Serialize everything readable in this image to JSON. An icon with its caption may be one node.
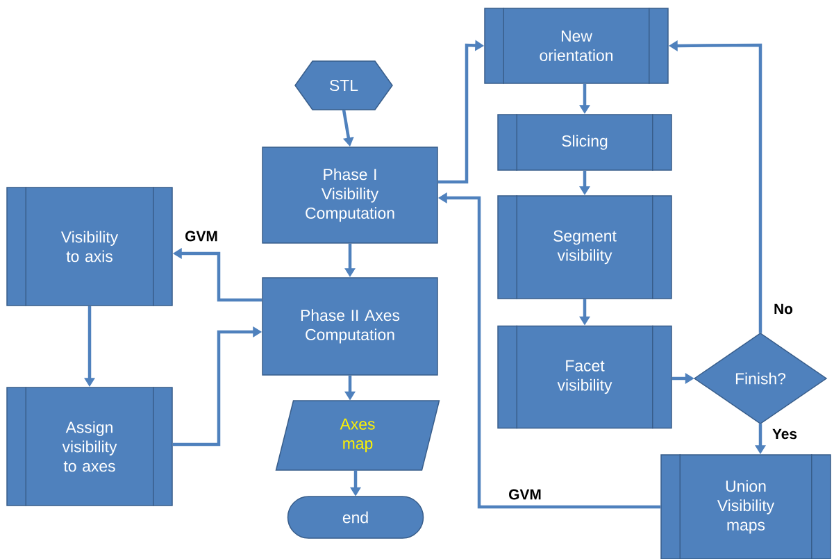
{
  "diagram": {
    "nodes": [
      {
        "text": [
          "STL"
        ]
      },
      {
        "text": [
          "Phase I Visibility Computation"
        ]
      },
      {
        "text": [
          "Phase II Axes Computation"
        ]
      },
      {
        "text": [
          "Axes map"
        ]
      },
      {
        "text": [
          "end"
        ]
      },
      {
        "text": [
          "Visibility to axis"
        ]
      },
      {
        "text": [
          "Assign visibility to axes"
        ]
      },
      {
        "text": [
          "New orientation"
        ]
      },
      {
        "text": [
          "Slicing"
        ]
      },
      {
        "text": [
          "Segment visibility"
        ]
      },
      {
        "text": [
          "Facet visibility"
        ]
      },
      {
        "text": [
          "Finish?"
        ]
      },
      {
        "text": [
          "Union Visibility maps"
        ]
      }
    ],
    "edges": [
      {
        "from": 0,
        "to": 1,
        "arrow": "to"
      },
      {
        "from": 1,
        "to": 2,
        "arrow": "to"
      },
      {
        "from": 2,
        "to": 3,
        "arrow": "to"
      },
      {
        "from": 3,
        "to": 4,
        "arrow": "to"
      },
      {
        "from": 1,
        "to": 7,
        "arrow": "to"
      },
      {
        "from": 7,
        "to": 8,
        "arrow": "to"
      },
      {
        "from": 8,
        "to": 9,
        "arrow": "to"
      },
      {
        "from": 9,
        "to": 10,
        "arrow": "to"
      },
      {
        "from": 10,
        "to": 11,
        "arrow": "to"
      },
      {
        "from": 11,
        "to": 7,
        "arrow": "to",
        "label": "No"
      },
      {
        "from": 11,
        "to": 12,
        "arrow": "to",
        "label": "Yes"
      },
      {
        "from": 12,
        "to": 1,
        "arrow": "to",
        "label": "GVM"
      },
      {
        "from": 2,
        "to": 5,
        "arrow": "to",
        "label": "GVM"
      },
      {
        "from": 5,
        "to": 6,
        "arrow": "to"
      },
      {
        "from": 6,
        "to": 2,
        "arrow": "to"
      }
    ]
  }
}
